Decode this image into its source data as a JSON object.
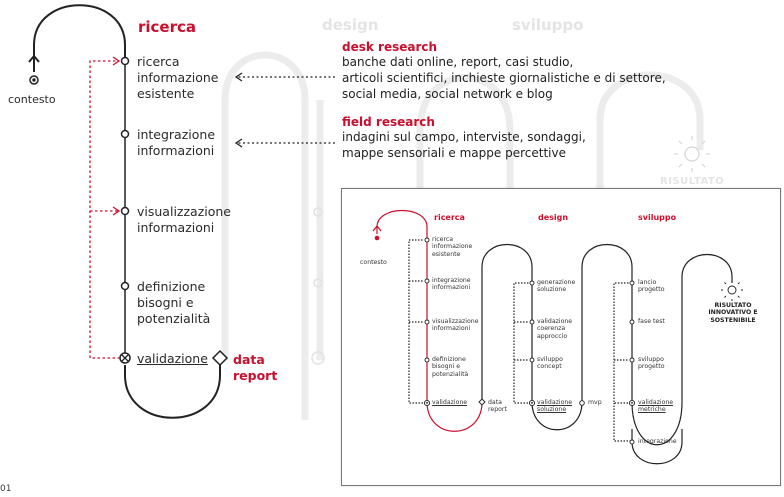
{
  "main": {
    "phases": {
      "research": "ricerca",
      "design": "design",
      "development": "sviluppo"
    },
    "context": "contesto",
    "steps": {
      "s1": [
        "ricerca",
        "informazione",
        "esistente"
      ],
      "s2": [
        "integrazione",
        "informazioni"
      ],
      "s3": [
        "visualizzazione",
        "informazioni"
      ],
      "s4": [
        "definizione",
        "bisogni e",
        "potenzialità"
      ],
      "s5": "validazione"
    },
    "data_report": [
      "data",
      "report"
    ],
    "desk": {
      "title": "desk research",
      "lines": [
        "banche dati online, report, casi studio,",
        "articoli scientifici, inchieste giornalistiche e di settore,",
        "social media, social network e blog"
      ]
    },
    "field": {
      "title": "field research",
      "lines": [
        "indagini sul campo, interviste, sondaggi,",
        "mappe sensoriali e mappe percettive"
      ]
    },
    "ghost_result": "RISULTATO",
    "page_number": "01"
  },
  "inset": {
    "phases": {
      "research": "ricerca",
      "design": "design",
      "development": "sviluppo"
    },
    "context": "contesto",
    "research_steps": [
      "ricerca informazione esistente",
      "integrazione informazioni",
      "visualizzazione informazioni",
      "definizione bisogni e potenzialità",
      "validazione"
    ],
    "data_report": "data report",
    "design_steps": [
      "generazione soluzione",
      "validazione coerenza approccio",
      "sviluppo concept",
      "validazione soluzione"
    ],
    "mvp": "mvp",
    "dev_steps": [
      "lancio progetto",
      "fase test",
      "sviluppo progetto",
      "validazione metriche",
      "integrazione"
    ],
    "result": [
      "RISULTATO",
      "INNOVATIVO E",
      "SOSTENIBILE"
    ]
  },
  "colors": {
    "accent": "#c8102e",
    "line": "#222222",
    "ghost": "#e6e6e6"
  }
}
